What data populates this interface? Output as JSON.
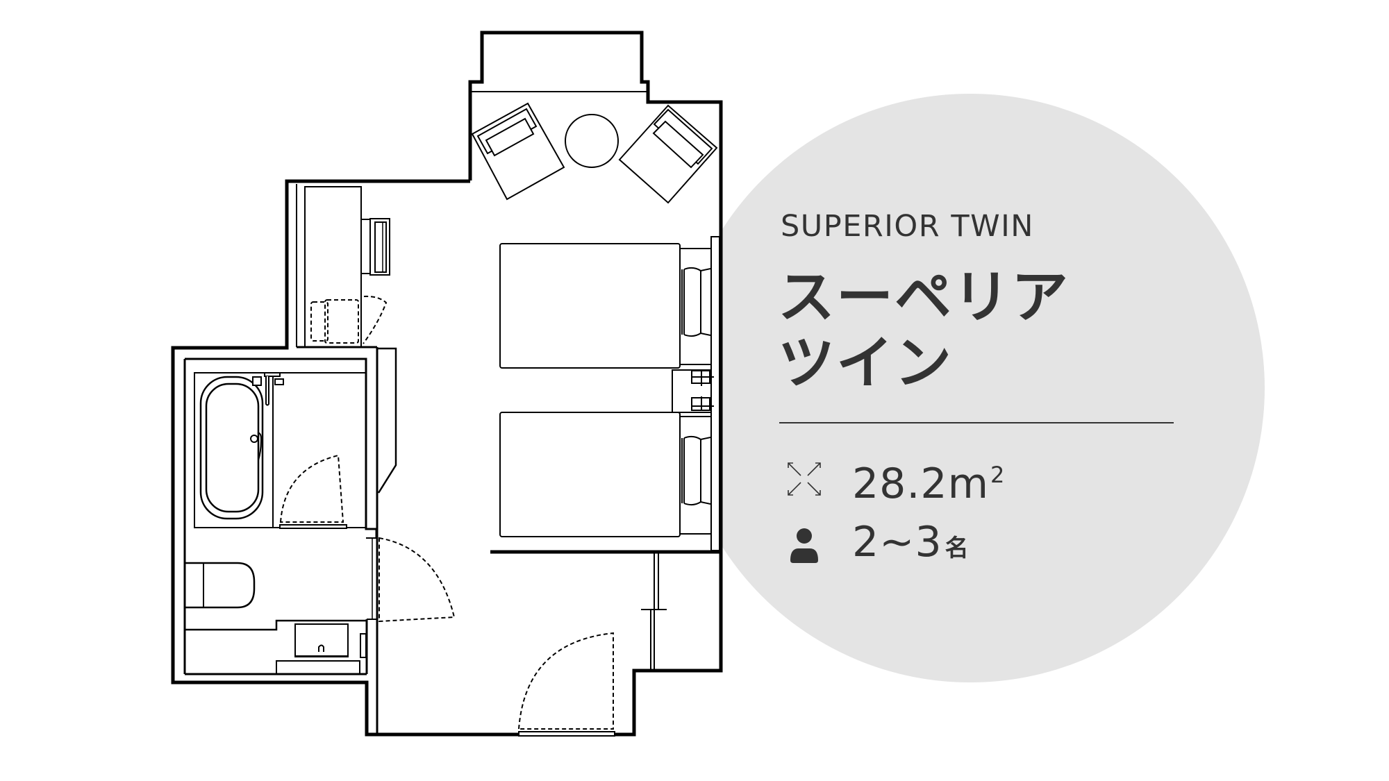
{
  "room": {
    "name_en": "SUPERIOR TWIN",
    "name_jp_line1": "スーペリア",
    "name_jp_line2": "ツイン"
  },
  "stats": {
    "area": {
      "icon": "expand-arrows-icon",
      "value": "28.2m",
      "unit": "2"
    },
    "guests": {
      "icon": "person-icon",
      "value": "2~3",
      "unit": "名"
    }
  },
  "colors": {
    "circle_bg": "#e4e4e4",
    "text": "#333333",
    "wall": "#000000",
    "background": "#ffffff"
  },
  "floorplan": {
    "rooms": [
      "balcony",
      "bedroom",
      "desk-area",
      "bathroom",
      "toilet",
      "washbasin",
      "entrance",
      "closet"
    ],
    "furniture": [
      "armchair-left",
      "round-table",
      "armchair-right",
      "twin-bed-1",
      "twin-bed-2",
      "nightstand",
      "desk",
      "tv",
      "bathtub",
      "toilet",
      "sink"
    ]
  }
}
